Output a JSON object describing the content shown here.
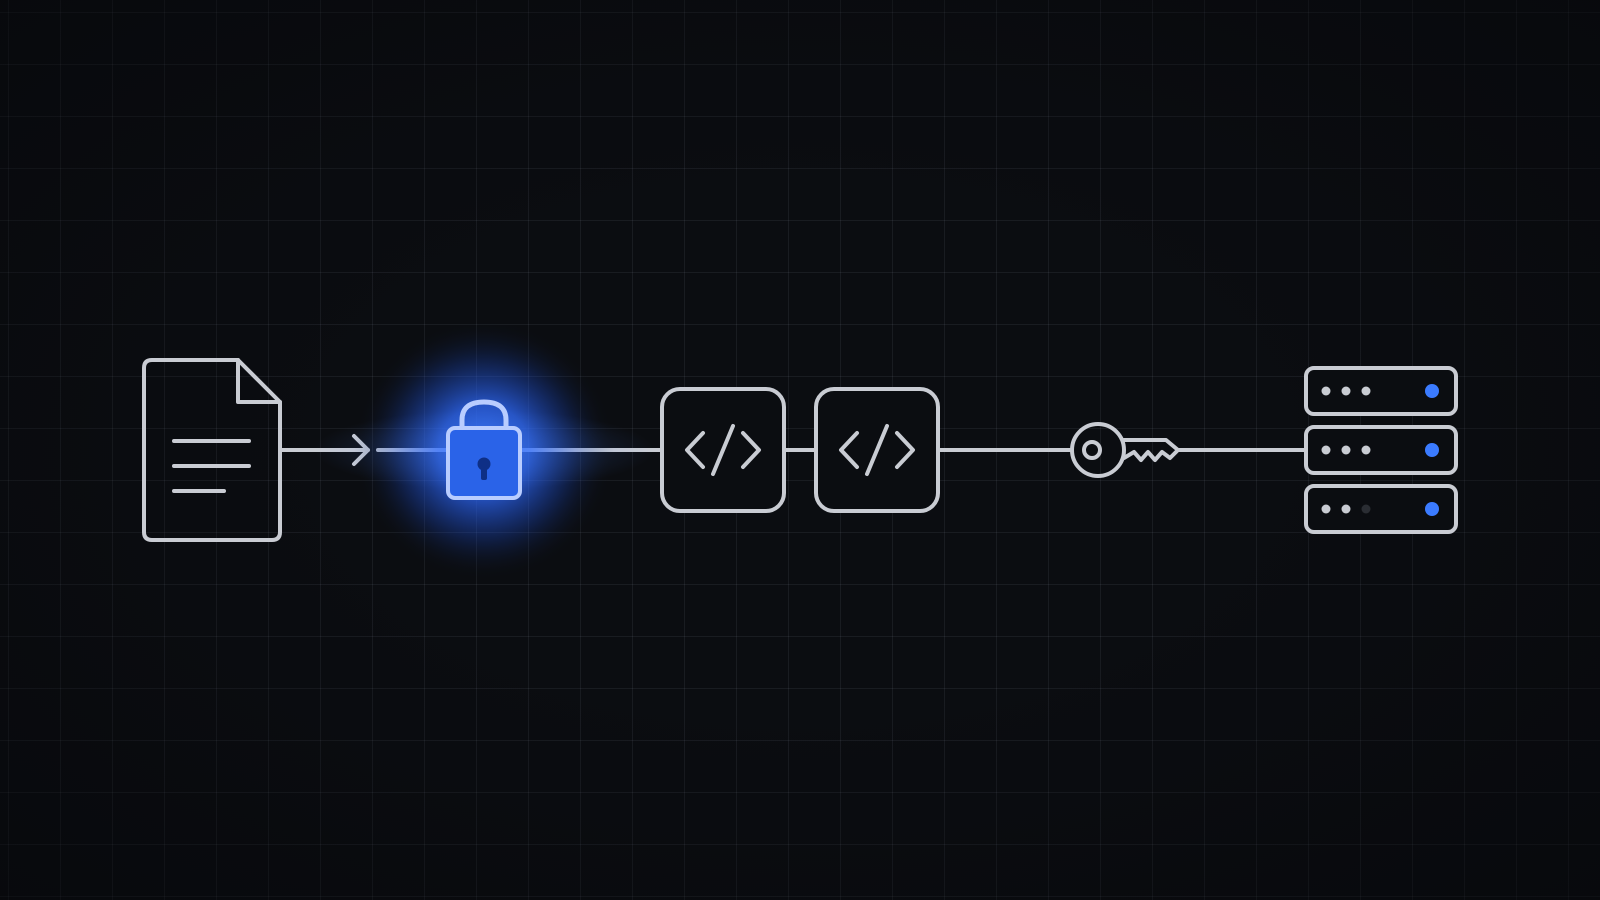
{
  "diagram": {
    "description_nodes": [
      {
        "id": "document",
        "icon": "document-icon"
      },
      {
        "id": "lock",
        "icon": "padlock-icon",
        "highlighted": true
      },
      {
        "id": "code-1",
        "icon": "code-brackets-icon"
      },
      {
        "id": "code-2",
        "icon": "code-brackets-icon"
      },
      {
        "id": "key",
        "icon": "key-icon"
      },
      {
        "id": "server",
        "icon": "server-stack-icon"
      }
    ],
    "code_glyph": "</>",
    "server_units": 3
  },
  "colors": {
    "background": "#0b0d11",
    "grid": "#1c2027",
    "stroke": "#c9ccd3",
    "accent": "#3b7bff",
    "glow": "#2f6bff"
  }
}
